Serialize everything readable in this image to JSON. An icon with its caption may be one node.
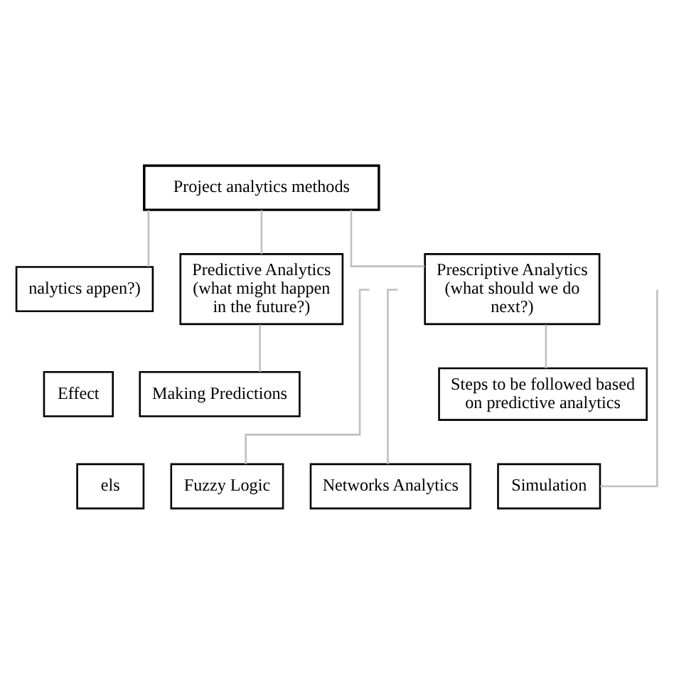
{
  "diagram": {
    "nodes": [
      {
        "text": [
          "Project analytics methods"
        ]
      },
      {
        "text": [
          "nalytics appen?)"
        ]
      },
      {
        "text": [
          "Predictive Analytics (what might happen in the future?)"
        ]
      },
      {
        "text": [
          "Prescriptive Analytics (what should we do next?)"
        ]
      },
      {
        "text": [
          "Effect"
        ]
      },
      {
        "text": [
          "Making Predictions"
        ]
      },
      {
        "text": [
          "Steps to be followed based on predictive analytics"
        ]
      },
      {
        "text": [
          "els"
        ]
      },
      {
        "text": [
          "Fuzzy Logic"
        ]
      },
      {
        "text": [
          "Networks Analytics"
        ]
      },
      {
        "text": [
          "Simulation"
        ]
      }
    ],
    "edges": [
      {
        "from": 0,
        "to": 1,
        "arrow": "none"
      },
      {
        "from": 0,
        "to": 2,
        "arrow": "none"
      },
      {
        "from": 0,
        "to": 3,
        "arrow": "none"
      },
      {
        "from": 2,
        "to": 5,
        "arrow": "none"
      },
      {
        "from": 3,
        "to": 6,
        "arrow": "none"
      },
      {
        "from": null,
        "to": 8,
        "arrow": "none"
      },
      {
        "from": null,
        "to": 9,
        "arrow": "none"
      },
      {
        "from": null,
        "to": 10,
        "arrow": "none"
      }
    ]
  }
}
